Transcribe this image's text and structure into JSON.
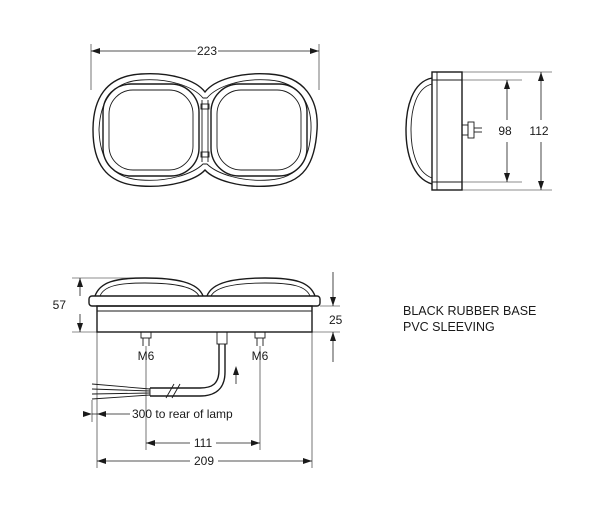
{
  "top_view": {
    "width_label": "223"
  },
  "side_view": {
    "inner_height_label": "98",
    "outer_height_label": "112"
  },
  "front_view": {
    "height_label": "57",
    "base_label": "25",
    "stud_left_label": "M6",
    "stud_right_label": "M6",
    "cable_label": "300 to rear of lamp",
    "stud_spacing_label": "111",
    "base_width_label": "209"
  },
  "notes": {
    "line1": "BLACK RUBBER BASE",
    "line2": "PVC SLEEVING"
  }
}
